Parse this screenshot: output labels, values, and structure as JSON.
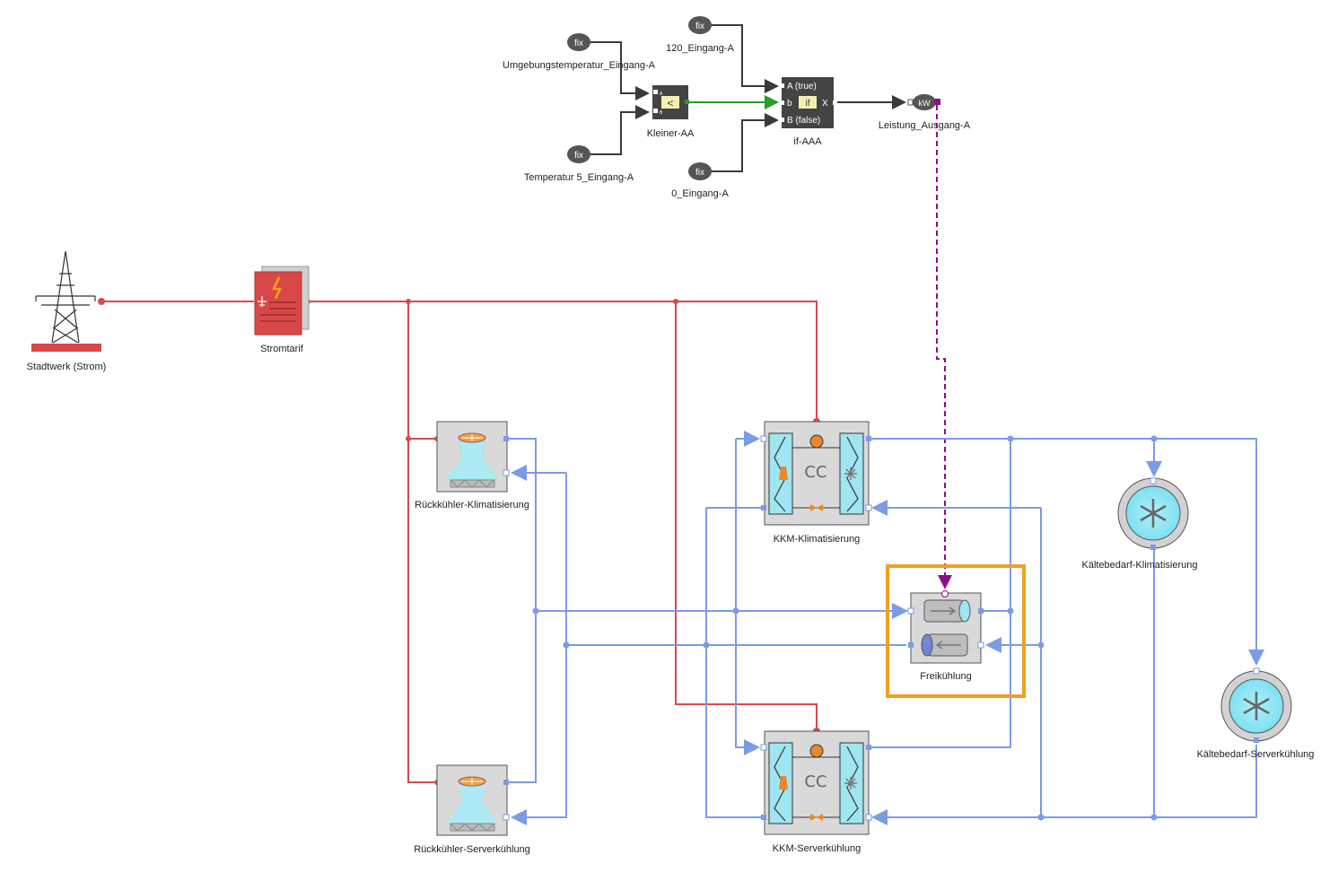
{
  "labels": {
    "umgebung": "Umgebungstemperatur_Eingang-A",
    "eingang120": "120_Eingang-A",
    "temp5": "Temperatur 5_Eingang-A",
    "eingang0": "0_Eingang-A",
    "kleiner": "Kleiner-AA",
    "ifaaa": "if-AAA",
    "leistung": "Leistung_Ausgang-A",
    "stadtwerk": "Stadtwerk (Strom)",
    "stromtarif": "Stromtarif",
    "rk_klima": "Rückkühler-Klimatisierung",
    "rk_server": "Rückkühler-Serverkühlung",
    "kkm_klima": "KKM-Klimatisierung",
    "kkm_server": "KKM-Serverkühlung",
    "freikuehlung": "Freikühlung",
    "kb_klima": "Kältebedarf-Klimatisierung",
    "kb_server": "Kältebedarf-Serverkühlung"
  },
  "block_text": {
    "fix": "fix",
    "kw": "kW",
    "lt": "<",
    "if": "if",
    "a_true": "A (true)",
    "b": "b",
    "b_false": "B (false)",
    "x": "X",
    "cc": "CC",
    "port_a": "A",
    "port_b": "B"
  },
  "colors": {
    "electric": "#d9494b",
    "water": "#7b9be6",
    "signal": "#3a3a3a",
    "bool_signal": "#2a9d2a",
    "control": "#8b0f8b",
    "highlight": "#f0a020"
  },
  "icons": [
    "power-pylon-icon",
    "tariff-document-icon",
    "cooling-tower-icon",
    "compression-chiller-icon",
    "free-cooling-icon",
    "snowflake-demand-icon"
  ]
}
